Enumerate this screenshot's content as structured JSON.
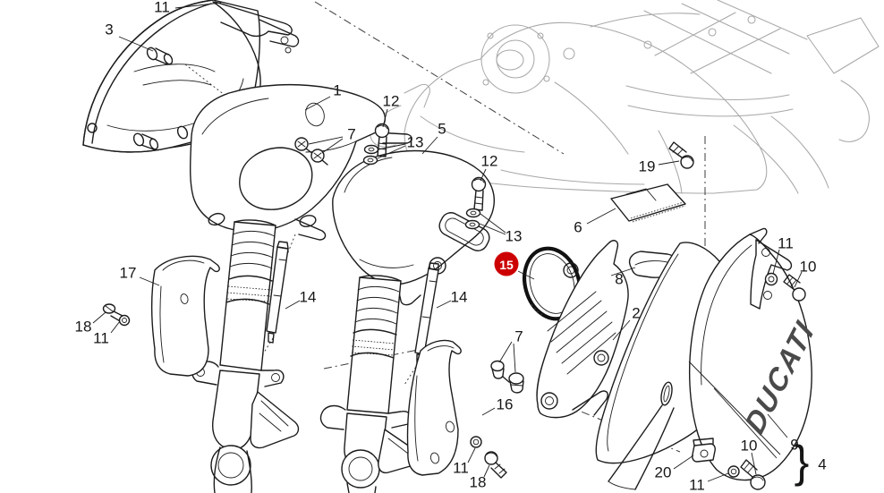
{
  "diagram": {
    "type": "exploded-parts-diagram",
    "subject": "motorcycle front fairing, front fork and fender assembly",
    "background_color": "#ffffff",
    "line_color": "#1c1c1c",
    "faded_line_color": "#a8a8a8",
    "brand": {
      "text": "DUCATI",
      "color": "#4a4a4a"
    },
    "highlight_badge": {
      "text": "15",
      "bg_color": "#cc0000",
      "text_color": "#ffffff"
    },
    "assembly_bracket": {
      "glyph": "}",
      "label": "4"
    },
    "callouts": [
      {
        "text": "11"
      },
      {
        "text": "3"
      },
      {
        "text": "1"
      },
      {
        "text": "12"
      },
      {
        "text": "7"
      },
      {
        "text": "13"
      },
      {
        "text": "5"
      },
      {
        "text": "12"
      },
      {
        "text": "13"
      },
      {
        "text": "19"
      },
      {
        "text": "6"
      },
      {
        "text": "8"
      },
      {
        "text": "2"
      },
      {
        "text": "11"
      },
      {
        "text": "10"
      },
      {
        "text": "17"
      },
      {
        "text": "18"
      },
      {
        "text": "11"
      },
      {
        "text": "14"
      },
      {
        "text": "14"
      },
      {
        "text": "7"
      },
      {
        "text": "16"
      },
      {
        "text": "11"
      },
      {
        "text": "18"
      },
      {
        "text": "20"
      },
      {
        "text": "10"
      },
      {
        "text": "11"
      },
      {
        "text": "9"
      }
    ]
  }
}
